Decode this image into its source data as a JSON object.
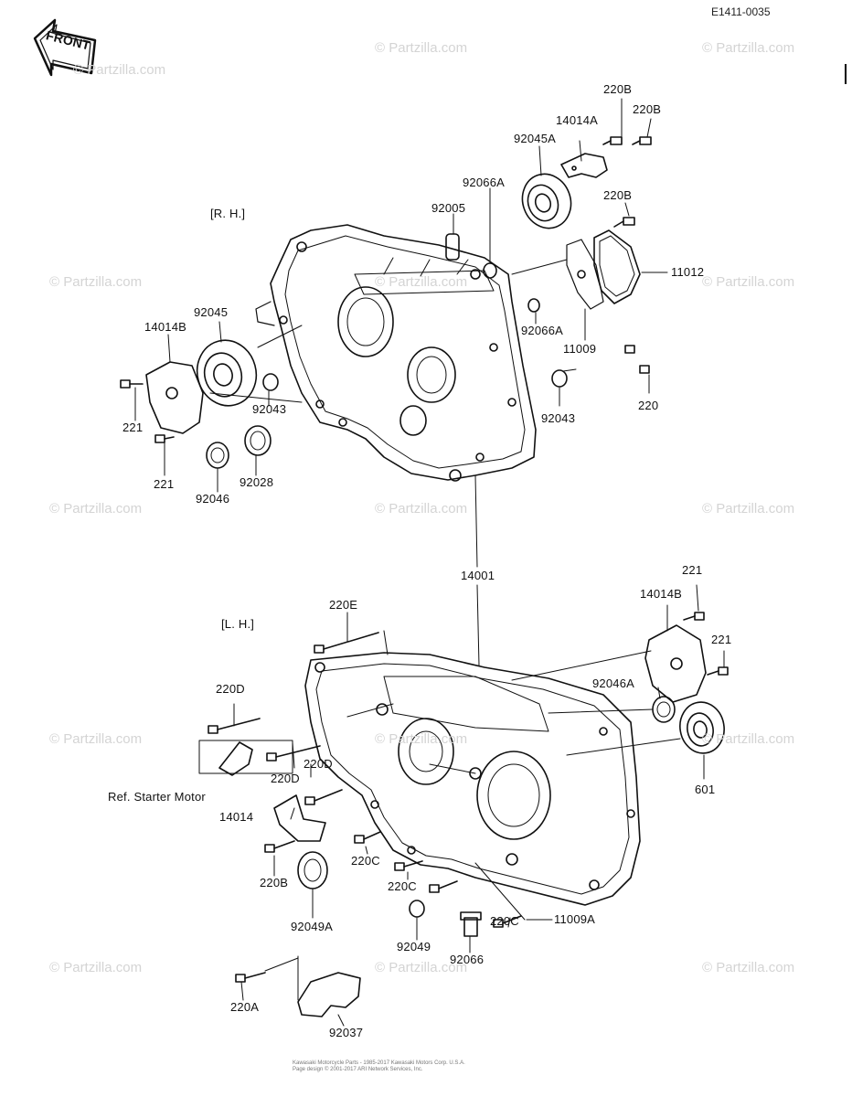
{
  "diagram_code": "E1411-0035",
  "front_label": "FRONT",
  "sections": {
    "rh": "[R. H.]",
    "lh": "[L. H.]"
  },
  "ref_note": "Ref. Starter  Motor",
  "watermark": "© Partzilla.com",
  "copyright": [
    "Kawasaki Motorcycle Parts - 1985-2017 Kawasaki Motors Corp. U.S.A.",
    "Page design © 2001-2017 ARI Network Services, Inc."
  ],
  "part_labels": {
    "p14014A": "14014A",
    "p220B_top1": "220B",
    "p220B_top2": "220B",
    "p92045A": "92045A",
    "p92066A_top": "92066A",
    "p92005": "92005",
    "p220B_cover": "220B",
    "p11012": "11012",
    "p92066A_mid": "92066A",
    "p11009": "11009",
    "p220": "220",
    "p92045": "92045",
    "p14014B_rh": "14014B",
    "p92043_left": "92043",
    "p92043_right": "92043",
    "p221_a": "221",
    "p221_b": "221",
    "p92028": "92028",
    "p92046": "92046",
    "p14001": "14001",
    "p220E": "220E",
    "p14014B_lh": "14014B",
    "p221_c": "221",
    "p221_d": "221",
    "p92046A": "92046A",
    "p220D_a": "220D",
    "p220D_b": "220D",
    "p220D_c": "220D",
    "p601": "601",
    "p14014": "14014",
    "p220C_a": "220C",
    "p220C_b": "220C",
    "p220C_c": "220C",
    "p220B_lh": "220B",
    "p92049A": "92049A",
    "p11009A": "11009A",
    "p92049": "92049",
    "p92066": "92066",
    "p220A": "220A",
    "p92037": "92037"
  }
}
